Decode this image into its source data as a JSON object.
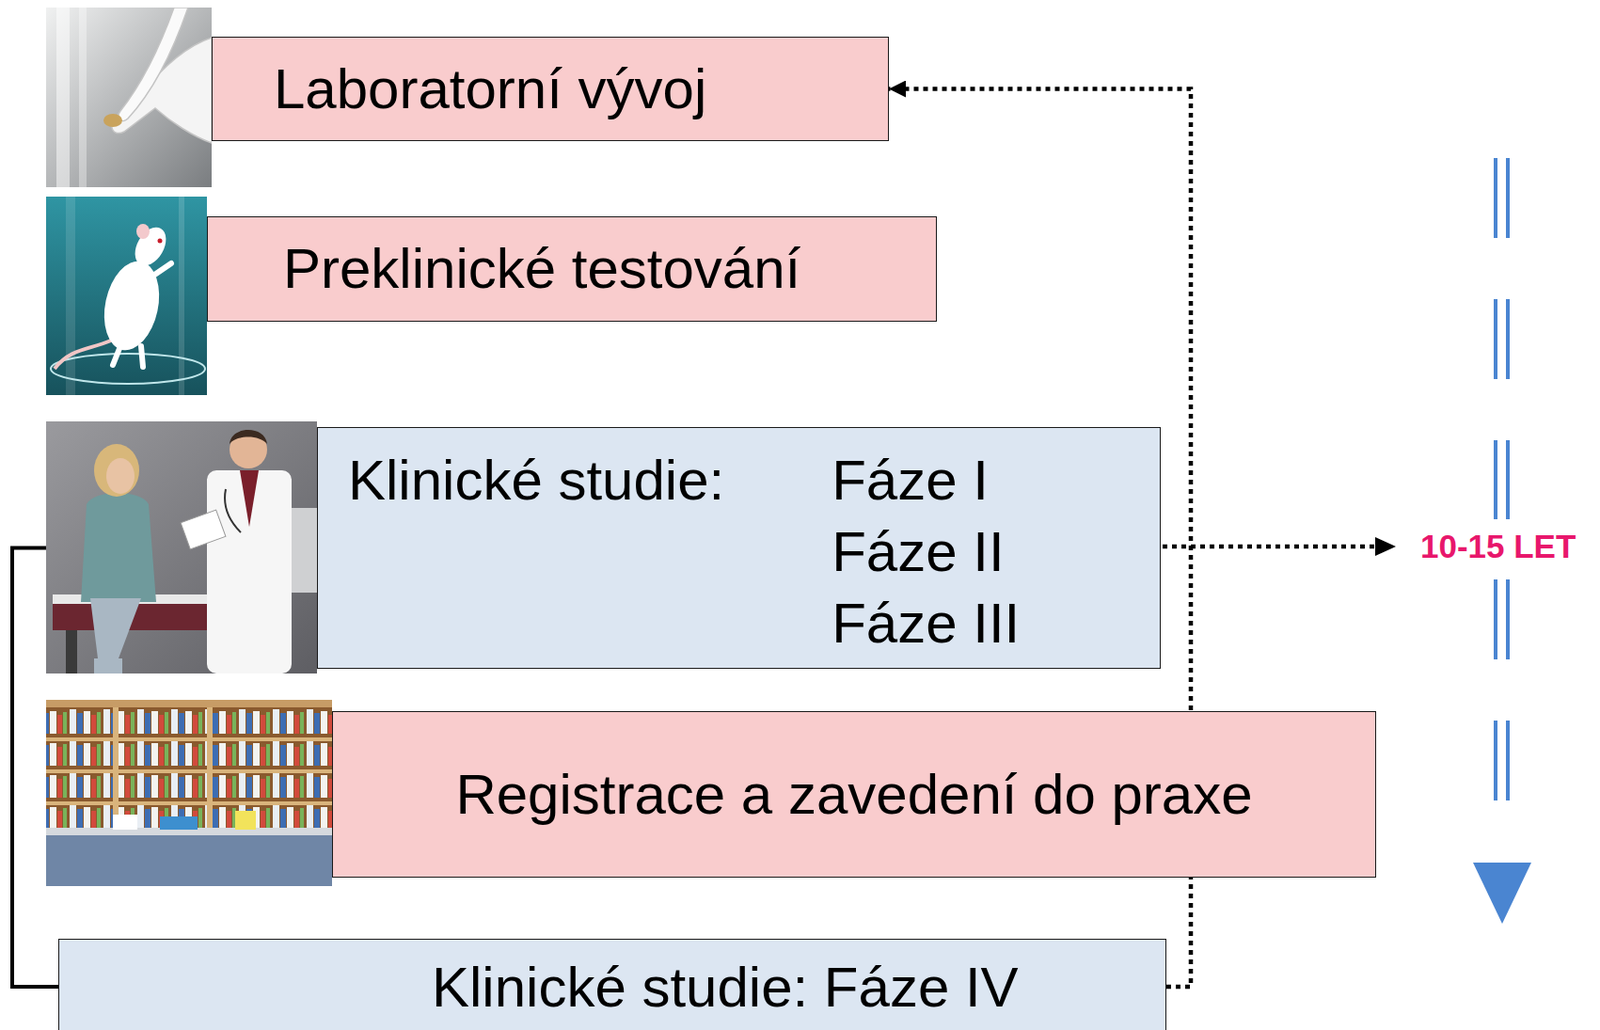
{
  "diagram": {
    "nodes": [
      {
        "text": [
          "Laboratorní vývoj"
        ]
      },
      {
        "text": [
          "Preklinické testování"
        ]
      },
      {
        "text": [
          "Klinické studie:",
          "Fáze I",
          "Fáze II",
          "Fáze III"
        ]
      },
      {
        "text": [
          "Registrace a zavedení do praxe"
        ]
      },
      {
        "text": [
          "Klinické studie: Fáze IV"
        ]
      }
    ],
    "edges": [
      {
        "from": 4,
        "to": 0,
        "arrow": "to"
      },
      {
        "from": 2,
        "to": 4,
        "arrow": "none"
      }
    ],
    "labels": [
      "10-15 LET"
    ]
  }
}
